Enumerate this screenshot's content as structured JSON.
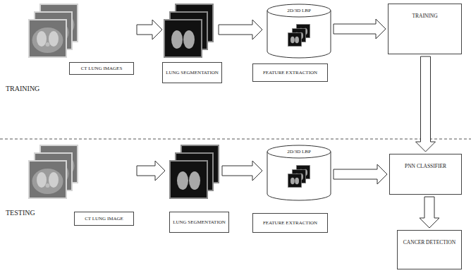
{
  "diagram": {
    "nodes": [
      {
        "text": [
          "CT LUNG IMAGES"
        ]
      },
      {
        "text": [
          "LUNG SEGMENTATION"
        ]
      },
      {
        "text": [
          "2D/3D LBP"
        ]
      },
      {
        "text": [
          "FEATURE EXTRACTION"
        ]
      },
      {
        "text": [
          "TRAINING"
        ]
      },
      {
        "text": [
          "CT LUNG IMAGE"
        ]
      },
      {
        "text": [
          "LUNG SEGMENTATION"
        ]
      },
      {
        "text": [
          "2D/3D LBP"
        ]
      },
      {
        "text": [
          "FEATURE EXTRACTION"
        ]
      },
      {
        "text": [
          "PNN CLASSIFIER"
        ]
      },
      {
        "text": [
          "CANCER DETECTION"
        ]
      }
    ],
    "edges": [
      {
        "from": 2,
        "to": 4,
        "arrow": "to"
      },
      {
        "from": 4,
        "to": 9,
        "arrow": "to"
      },
      {
        "from": 7,
        "to": 9,
        "arrow": "to"
      },
      {
        "from": 9,
        "to": 10,
        "arrow": "to"
      }
    ],
    "labels": [
      "TRAINING",
      "TESTING"
    ]
  }
}
